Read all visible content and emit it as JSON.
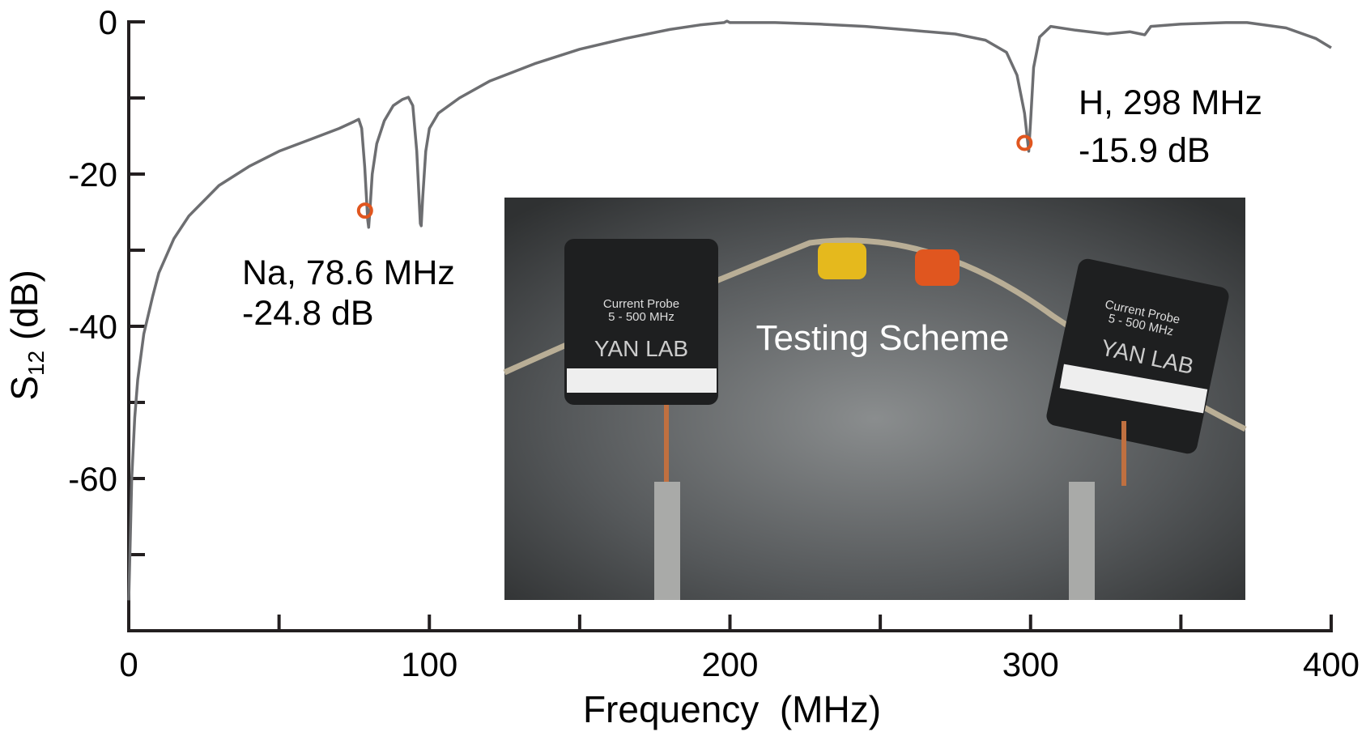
{
  "chart_data": {
    "type": "line",
    "title": "",
    "xlabel": "Frequency  (MHz)",
    "ylabel_main": "S",
    "ylabel_sub": "12",
    "ylabel_unit": " (dB)",
    "xlim": [
      0,
      400
    ],
    "ylim": [
      -80,
      0
    ],
    "xticks": [
      0,
      50,
      100,
      150,
      200,
      250,
      300,
      350,
      400
    ],
    "xtick_labels": [
      {
        "v": 0,
        "t": "0"
      },
      {
        "v": 100,
        "t": "100"
      },
      {
        "v": 200,
        "t": "200"
      },
      {
        "v": 300,
        "t": "300"
      },
      {
        "v": 400,
        "t": "400"
      }
    ],
    "yticks": [
      0,
      -10,
      -20,
      -30,
      -40,
      -50,
      -60,
      -70
    ],
    "ytick_labels": [
      {
        "v": 0,
        "t": "0"
      },
      {
        "v": -20,
        "t": "-20"
      },
      {
        "v": -40,
        "t": "-40"
      },
      {
        "v": -60,
        "t": "-60"
      }
    ],
    "grid": false,
    "series": [
      {
        "name": "S12",
        "color": "#6d6e71",
        "points": [
          [
            0,
            -76
          ],
          [
            0.5,
            -68
          ],
          [
            1,
            -60
          ],
          [
            2,
            -52
          ],
          [
            3,
            -47
          ],
          [
            5,
            -41
          ],
          [
            8,
            -36
          ],
          [
            10,
            -33
          ],
          [
            15,
            -28.5
          ],
          [
            20,
            -25.5
          ],
          [
            30,
            -21.5
          ],
          [
            40,
            -19
          ],
          [
            50,
            -17
          ],
          [
            60,
            -15.5
          ],
          [
            70,
            -14
          ],
          [
            75,
            -13.1
          ],
          [
            76.5,
            -12.8
          ],
          [
            77.5,
            -14
          ],
          [
            78.5,
            -19
          ],
          [
            79.5,
            -26
          ],
          [
            79.8,
            -27
          ],
          [
            80.2,
            -25
          ],
          [
            81,
            -20
          ],
          [
            82.5,
            -16
          ],
          [
            85,
            -13
          ],
          [
            88,
            -11
          ],
          [
            91,
            -10.2
          ],
          [
            93,
            -9.9
          ],
          [
            94.5,
            -11
          ],
          [
            95.8,
            -17
          ],
          [
            97,
            -26.5
          ],
          [
            97.3,
            -26.8
          ],
          [
            97.8,
            -23
          ],
          [
            98.8,
            -17
          ],
          [
            100,
            -14
          ],
          [
            103,
            -12
          ],
          [
            110,
            -10
          ],
          [
            120,
            -7.8
          ],
          [
            135,
            -5.5
          ],
          [
            150,
            -3.6
          ],
          [
            165,
            -2.2
          ],
          [
            180,
            -1
          ],
          [
            190,
            -0.4
          ],
          [
            198,
            -0.1
          ],
          [
            199,
            0.1
          ],
          [
            200,
            -0.1
          ],
          [
            215,
            -0.1
          ],
          [
            230,
            -0.3
          ],
          [
            245,
            -0.6
          ],
          [
            260,
            -1.1
          ],
          [
            275,
            -1.6
          ],
          [
            285,
            -2.4
          ],
          [
            292,
            -4
          ],
          [
            295.5,
            -7
          ],
          [
            298,
            -12
          ],
          [
            299.4,
            -17
          ],
          [
            300,
            -13
          ],
          [
            301,
            -6
          ],
          [
            303,
            -2
          ],
          [
            306.7,
            -0.6
          ],
          [
            315,
            -1.1
          ],
          [
            325.6,
            -1.6
          ],
          [
            333,
            -1.3
          ],
          [
            338,
            -1.7
          ],
          [
            340,
            -0.6
          ],
          [
            350,
            -0.3
          ],
          [
            365,
            -0.1
          ],
          [
            372,
            -0.1
          ],
          [
            385,
            -0.8
          ],
          [
            395,
            -2.2
          ],
          [
            400,
            -3.4
          ]
        ]
      }
    ],
    "markers": [
      {
        "label": "Na",
        "x": 78.6,
        "y": -24.8,
        "color": "#e0561f",
        "line1": "Na, 78.6 MHz",
        "line2": "-24.8 dB"
      },
      {
        "label": "H",
        "x": 298,
        "y": -15.9,
        "color": "#e0561f",
        "line1": "H, 298 MHz",
        "line2": "-15.9 dB"
      }
    ]
  },
  "inset": {
    "caption": "Testing Scheme",
    "left_probe": {
      "line1": "Current Probe",
      "line2": "5 - 500 MHz",
      "brand": "YAN LAB"
    },
    "right_probe": {
      "line1": "Current Probe",
      "line2": "5 - 500 MHz",
      "brand": "YAN LAB"
    }
  }
}
